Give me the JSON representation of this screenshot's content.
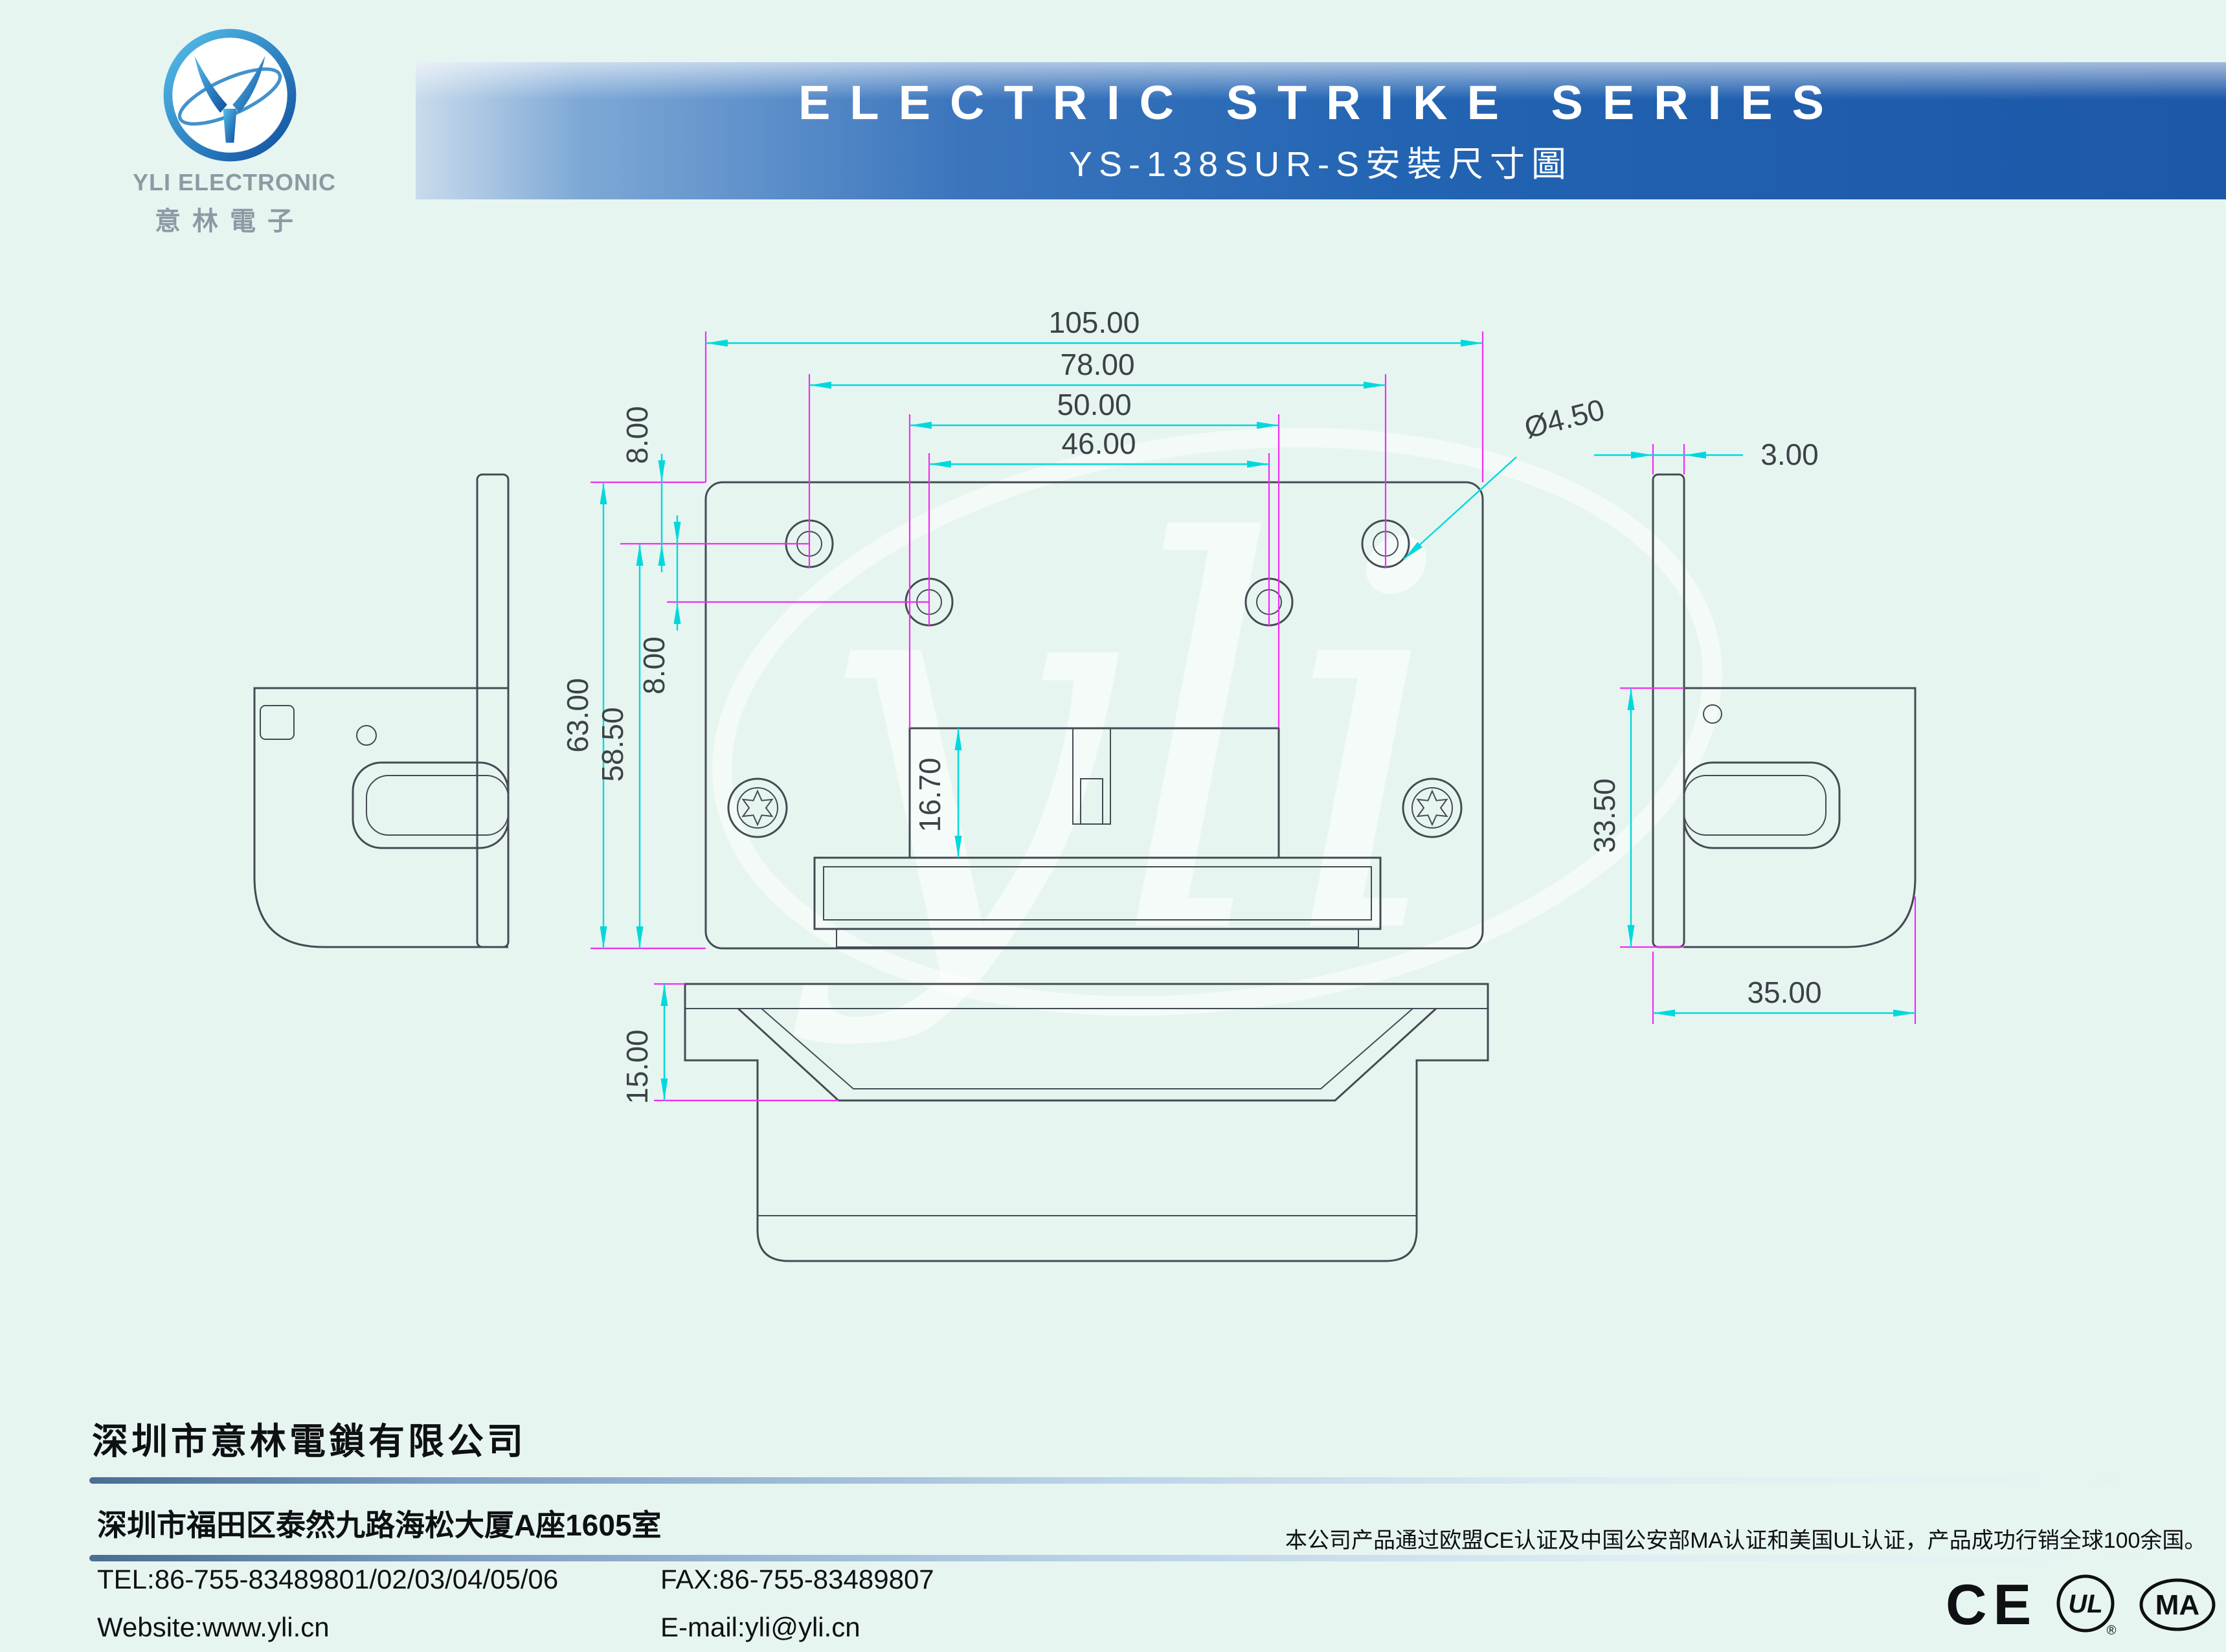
{
  "logo": {
    "brand_en": "YLI ELECTRONIC",
    "brand_cn": "意林電子"
  },
  "banner": {
    "title": "ELECTRIC STRIKE SERIES",
    "subtitle": "YS-138SUR-S安裝尺寸圖"
  },
  "drawing": {
    "watermark": "yli",
    "dims": {
      "overall_width": "105.00",
      "hole_span_outer": "78.00",
      "keeper_width": "50.00",
      "hole_span_inner": "46.00",
      "top_to_hole": "8.00",
      "hole_row_gap": "8.00",
      "overall_height": "63.00",
      "hole_to_bottom": "58.50",
      "keeper_height": "16.70",
      "hole_diameter": "Ø4.50",
      "plate_thickness": "3.00",
      "body_height": "33.50",
      "body_width": "35.00",
      "lip_depth": "15.00"
    }
  },
  "footer": {
    "company_cn": "深圳市意林電鎖有限公司",
    "address": "深圳市福田区泰然九路海松大厦A座1605室",
    "tel": "TEL:86-755-83489801/02/03/04/05/06",
    "fax": "FAX:86-755-83489807",
    "website": "Website:www.yli.cn",
    "email": "E-mail:yli@yli.cn",
    "cert_note": "本公司产品通过欧盟CE认证及中国公安部MA认证和美国UL认证，产品成功行销全球100余国。",
    "cert_ce": "CE",
    "cert_ul": "UL",
    "cert_ma": "MA",
    "registered": "®"
  }
}
